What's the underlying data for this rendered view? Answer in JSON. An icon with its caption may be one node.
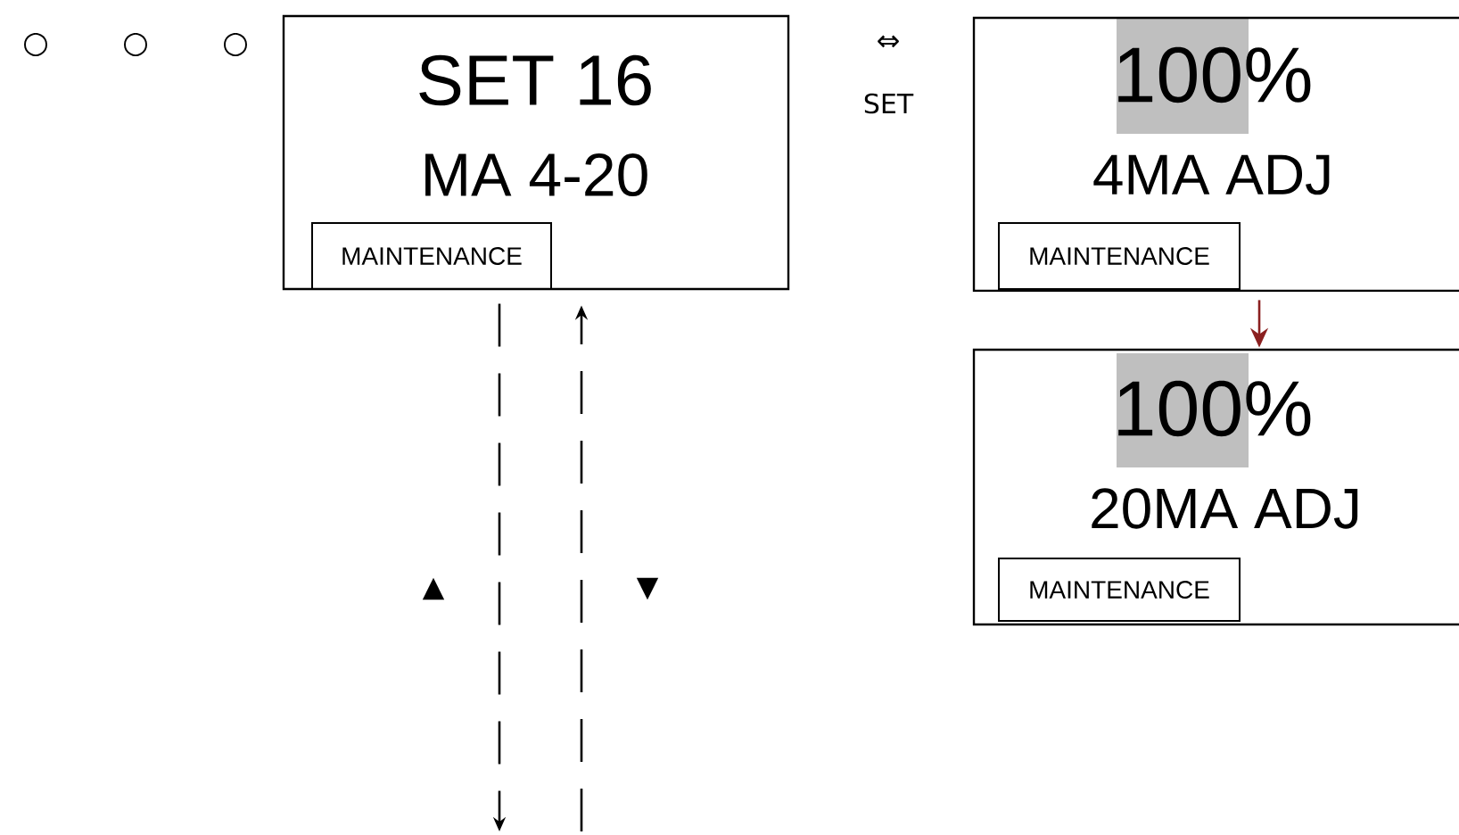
{
  "diagram": {
    "nodes": [
      {
        "text": [
          "SET 16",
          "MA 4-20"
        ]
      },
      {
        "text": [
          "MAINTENANCE"
        ],
        "in": 0
      },
      {
        "text": [
          "100%",
          "4MA ADJ"
        ]
      },
      {
        "text": [
          "MAINTENANCE"
        ],
        "in": 2
      },
      {
        "text": [
          "100%",
          "20MA ADJ"
        ]
      },
      {
        "text": [
          "MAINTENANCE"
        ],
        "in": 4
      }
    ],
    "edges": [
      {
        "from": 2,
        "to": 4,
        "arrow": "to",
        "color": "#8b2020"
      },
      {
        "from": 0,
        "to": null,
        "arrow": "to",
        "style": "dashed",
        "label": "▲"
      },
      {
        "from": null,
        "to": 0,
        "arrow": "to",
        "style": "dashed",
        "label": "▼"
      }
    ],
    "labels": [
      "○",
      "○",
      "○",
      "⇔",
      "SET"
    ]
  }
}
